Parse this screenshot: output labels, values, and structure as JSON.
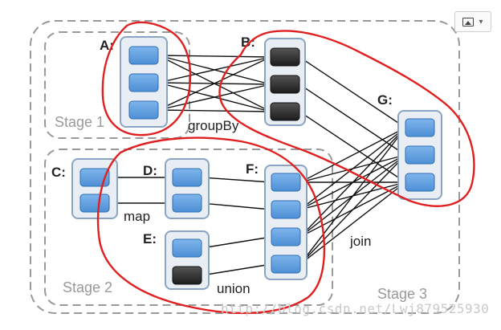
{
  "diagram": {
    "nodes": {
      "A": {
        "label": "A:"
      },
      "B": {
        "label": "B:"
      },
      "C": {
        "label": "C:"
      },
      "D": {
        "label": "D:"
      },
      "E": {
        "label": "E:"
      },
      "F": {
        "label": "F:"
      },
      "G": {
        "label": "G:"
      }
    },
    "operations": {
      "groupBy": "groupBy",
      "map": "map",
      "union": "union",
      "join": "join"
    },
    "stages": {
      "stage1": "Stage 1",
      "stage2": "Stage 2",
      "stage3": "Stage 3"
    }
  },
  "watermark": "http://blog.csdn.net/Lwj879525930",
  "toolbar": {
    "image_icon": "image-icon",
    "dropdown_icon": "chevron-down-icon"
  },
  "colors": {
    "partition_blue": "#5b9bd5",
    "partition_dark": "#333333",
    "annotation_red": "#e02020"
  }
}
